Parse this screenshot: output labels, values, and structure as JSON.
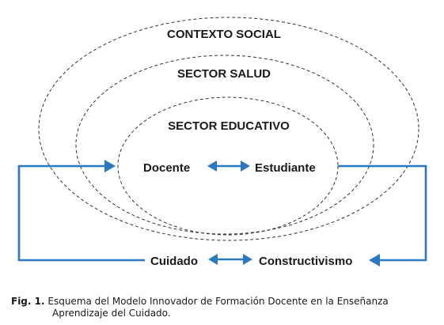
{
  "rings": [
    {
      "label": "CONTEXTO SOCIAL"
    },
    {
      "label": "SECTOR SALUD"
    },
    {
      "label": "SECTOR EDUCATIVO"
    }
  ],
  "nodes": {
    "docente": "Docente",
    "estudiante": "Estudiante",
    "cuidado": "Cuidado",
    "constructivismo": "Constructivismo"
  },
  "caption": {
    "label": "Fig. 1.",
    "text_line1": "Esquema del Modelo Innovador de Formación Docente en la Enseñanza",
    "text_line2": "Aprendizaje del Cuidado."
  },
  "colors": {
    "arrow": "#2a78c2",
    "ring_stroke": "#333333"
  }
}
